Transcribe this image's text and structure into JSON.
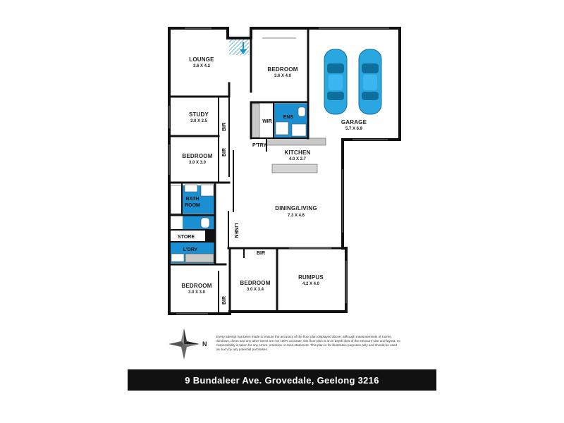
{
  "rooms": {
    "lounge": {
      "name": "LOUNGE",
      "dim": "3.6 X 4.2"
    },
    "bedroom1": {
      "name": "BEDROOM",
      "dim": "3.6 X 4.0"
    },
    "study": {
      "name": "STUDY",
      "dim": "3.0 X 2.5"
    },
    "garage": {
      "name": "GARAGE",
      "dim": "5.7 X 6.9"
    },
    "bedroom2": {
      "name": "BEDROOM",
      "dim": "3.0 X 3.0"
    },
    "kitchen": {
      "name": "KITCHEN",
      "dim": "4.0 X 2.7"
    },
    "dining": {
      "name": "DINING/LIVING",
      "dim": "7.3 X 4.6"
    },
    "bedroom3": {
      "name": "BEDROOM",
      "dim": "3.0 X 3.0"
    },
    "bedroom4": {
      "name": "BEDROOM",
      "dim": "3.0 X 3.4"
    },
    "rumpus": {
      "name": "RUMPUS",
      "dim": "4.2 X 4.0"
    }
  },
  "labels": {
    "wir": "WIR",
    "ens": "ENS",
    "pantry": "P'TRY",
    "bir": "BIR",
    "bath_line1": "BATH",
    "bath_line2": "ROOM",
    "store": "STORE",
    "laundry": "L'DRY",
    "linen": "LINEN"
  },
  "compass": {
    "letter": "N"
  },
  "disclaimer": "Every attempt has been made to ensure the accuracy of the floor plan displayed above, although measurements of rooms, windows, doors and any other items are not 100% accurate, this floor plan is an in depth idea of the structure size and layout, no responsibility is taken for any errors, omission or miss-statement. This plan is for illustrative purposes only and should be used as such by any potential purchases.",
  "address": "9 Bundaleer Ave. Grovedale, Geelong 3216",
  "colors": {
    "wall": "#111111",
    "wet_area": "#1a8fd1",
    "car": "#2aa6e0",
    "floor": "#ffffff",
    "fixture": "#c8c8c8"
  }
}
